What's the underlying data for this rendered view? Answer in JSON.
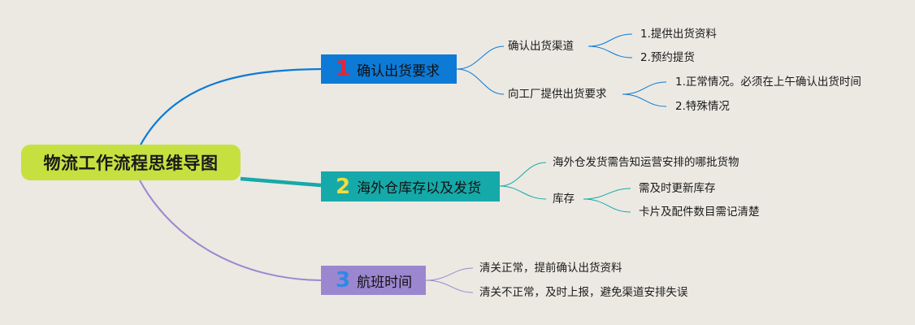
{
  "root": {
    "label": "物流工作流程思维导图"
  },
  "branches": [
    {
      "number": "1",
      "label": "确认出货要求",
      "children": [
        {
          "label": "确认出货渠道",
          "children": [
            {
              "label": "1.提供出货资料"
            },
            {
              "label": "2.预约提货"
            }
          ]
        },
        {
          "label": "向工厂提供出货要求",
          "children": [
            {
              "label": "1.正常情况。必须在上午确认出货时间"
            },
            {
              "label": "2.特殊情况"
            }
          ]
        }
      ]
    },
    {
      "number": "2",
      "label": "海外仓库存以及发货",
      "children": [
        {
          "label": "海外仓发货需告知运营安排的哪批货物"
        },
        {
          "label": "库存",
          "children": [
            {
              "label": "需及时更新库存"
            },
            {
              "label": "卡片及配件数目需记清楚"
            }
          ]
        }
      ]
    },
    {
      "number": "3",
      "label": "航班时间",
      "children": [
        {
          "label": "清关正常，提前确认出货资料"
        },
        {
          "label": "清关不正常，及时上报，避免渠道安排失误"
        }
      ]
    }
  ],
  "colors": {
    "background": "#ebe9e2",
    "root": "#c6e13f",
    "branch1": "#0d7ad6",
    "branch2": "#16a9a9",
    "branch3": "#9b87cf"
  }
}
